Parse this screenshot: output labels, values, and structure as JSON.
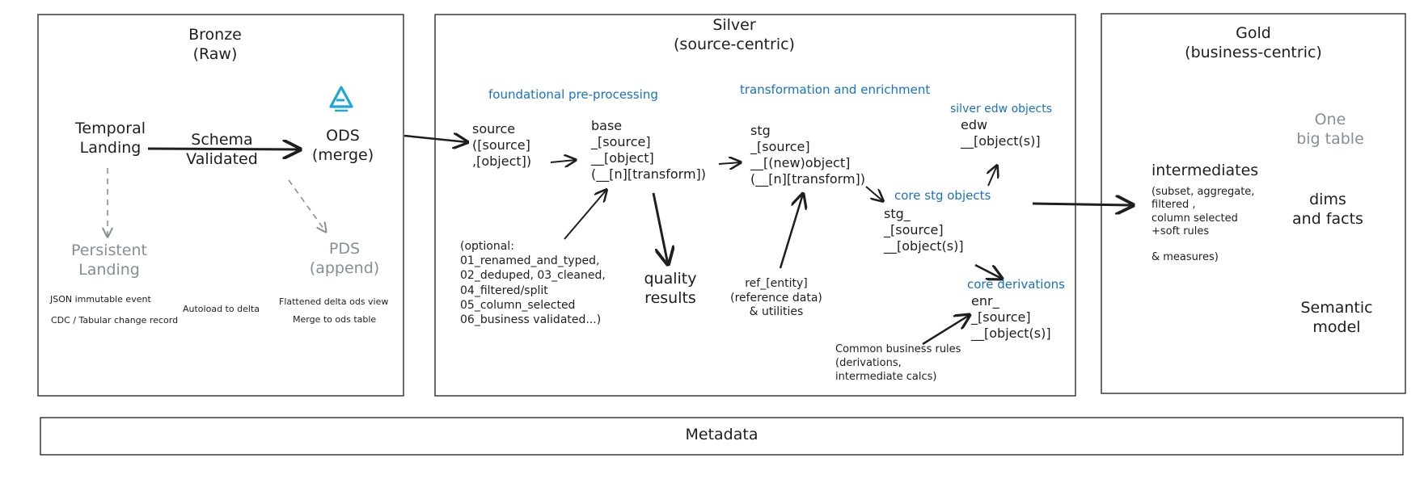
{
  "bronze": {
    "title": "Bronze\n(Raw)",
    "temporal_landing": "Temporal\nLanding",
    "schema_validated": "Schema\nValidated",
    "ods": "ODS\n(merge)",
    "persistent_landing": "Persistent\nLanding",
    "pds": "PDS\n(append)",
    "json_note": "JSON immutable event",
    "cdc_note": "CDC / Tabular change record",
    "autoload_note": "Autoload to delta",
    "flattened_note": "Flattened delta ods view",
    "merge_note": "Merge to ods table",
    "logo_icon": "delta-lake-logo-icon",
    "logo_color": "#1ea7d6"
  },
  "silver": {
    "title": "Silver\n(source-centric)",
    "foundational": "foundational pre-processing",
    "transformation": "transformation and enrichment",
    "silver_edw_objects": "silver edw objects",
    "source": "source\n([source]\n,[object])",
    "base": "base\n_[source]\n__[object]\n(__[n][transform])",
    "stg": "stg\n_[source]\n__[(new)object]\n(__[n][transform])",
    "edw": "edw\n__[object(s)]",
    "core_stg_objects": "core stg objects",
    "stg_core": "stg_\n_[source]\n__[object(s)]",
    "core_derivations": "core derivations",
    "enr": "enr_\n_[source]\n__[object(s)]",
    "optional": "(optional:\n01_renamed_and_typed,\n02_deduped, 03_cleaned,\n04_filtered/split\n05_column_selected\n06_business validated...)",
    "quality_results": "quality\nresults",
    "ref": "ref_[entity]\n(reference data)\n& utilities",
    "common_rules": "Common business rules\n(derivations,\nintermediate calcs)"
  },
  "gold": {
    "title": "Gold\n(business-centric)",
    "one_big_table": "One\nbig table",
    "intermediates": "intermediates",
    "intermediates_detail": "(subset, aggregate,\nfiltered ,\ncolumn selected\n+soft rules\n\n& measures)",
    "dims_facts": "dims\nand facts",
    "semantic_model": "Semantic\nmodel"
  },
  "metadata": {
    "label": "Metadata"
  },
  "colors": {
    "stroke": "#1e1e1e",
    "gray": "#868e96",
    "blue": "#1971c2"
  }
}
